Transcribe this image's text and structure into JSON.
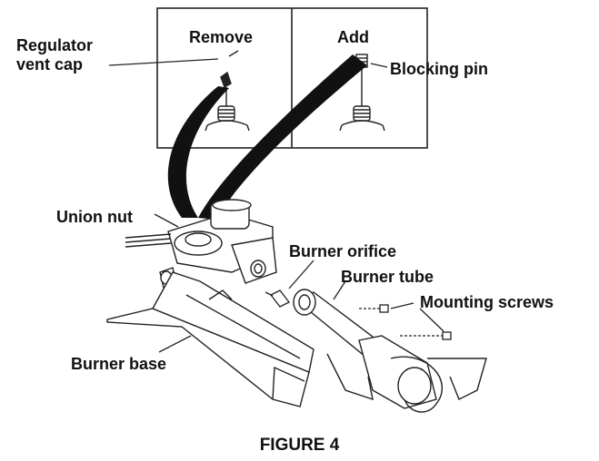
{
  "panel": {
    "left_heading": "Remove",
    "right_heading": "Add"
  },
  "labels": {
    "regulator_vent_cap_line1": "Regulator",
    "regulator_vent_cap_line2": "vent cap",
    "blocking_pin": "Blocking pin",
    "union_nut": "Union nut",
    "burner_orifice": "Burner orifice",
    "burner_tube": "Burner tube",
    "mounting_screws": "Mounting screws",
    "burner_base": "Burner base"
  },
  "caption": "FIGURE 4"
}
